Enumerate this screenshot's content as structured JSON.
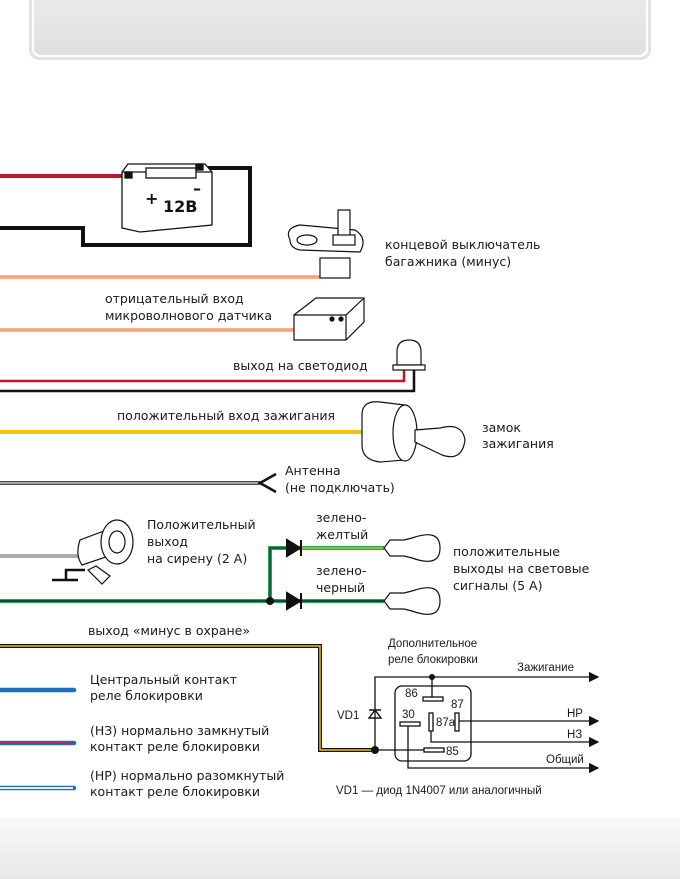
{
  "battery": {
    "label": "12В",
    "plus": "+",
    "minus": "–"
  },
  "labels": {
    "trunk_switch": [
      "концевой выключатель",
      "багажника (минус)"
    ],
    "microwave": [
      "отрицательный вход",
      "микроволнового датчика"
    ],
    "led": "выход на светодиод",
    "ignition_input": "положительный вход зажигания",
    "ignition_lock": [
      "замок",
      "зажигания"
    ],
    "antenna": [
      "Антенна",
      "(не подключать)"
    ],
    "siren": [
      "Положительный",
      "выход",
      "на сирену (2 А)"
    ],
    "green_yellow": [
      "зелено-",
      "желтый"
    ],
    "green_black": [
      "зелено-",
      "черный"
    ],
    "lights": [
      "положительные",
      "выходы на световые",
      "сигналы (5 А)"
    ],
    "armed_minus": "выход «минус в охране»"
  },
  "legend": [
    {
      "lines": [
        "Центральный контакт",
        "реле блокировки"
      ],
      "color": "#1f6fb8"
    },
    {
      "lines": [
        "(НЗ) нормально замкнутый",
        "контакт реле блокировки"
      ],
      "color": "#d0202e"
    },
    {
      "lines": [
        "(НР) нормально разомкнутый",
        "контакт реле блокировки"
      ],
      "color": "#ffffff"
    }
  ],
  "relay": {
    "title": [
      "Дополнительное",
      "реле блокировки"
    ],
    "pins": {
      "p86": "86",
      "p87": "87",
      "p30": "30",
      "p87a": "87a",
      "p85": "85"
    },
    "outputs": {
      "ignition": "Зажигание",
      "no": "НР",
      "nc": "НЗ",
      "common": "Общий"
    },
    "diode": "VD1",
    "note": "VD1 — диод 1N4007 или аналогичный"
  },
  "colors": {
    "red": "#c0182a",
    "orange": "#f26a2e",
    "yellow": "#f5c400",
    "green": "#1fa855",
    "gray": "#aaaaaa",
    "blue": "#1f6fb8"
  }
}
